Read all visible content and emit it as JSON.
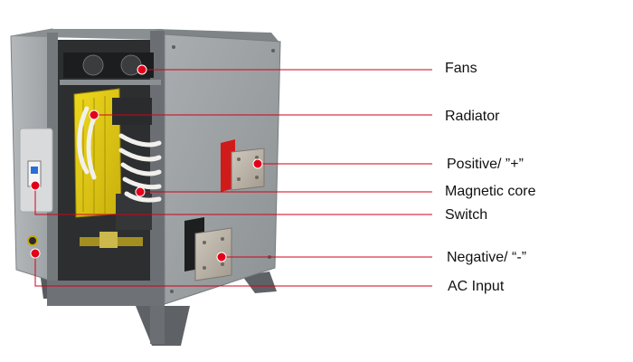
{
  "labels": {
    "fans": "Fans",
    "radiator": "Radiator",
    "positive": "Positive/ ”+”",
    "magnetic_core": "Magnetic core",
    "switch": "Switch",
    "negative": "Negative/ “-”",
    "ac_input": "AC Input"
  },
  "colors": {
    "leader_line": "#d0021b",
    "marker_dot": "#e3001b",
    "cabinet_panel": "#9ea3a5",
    "cabinet_frame": "#6b6f73",
    "radiator": "#e3cf12",
    "copper_terminal": "#b8b2a8"
  }
}
